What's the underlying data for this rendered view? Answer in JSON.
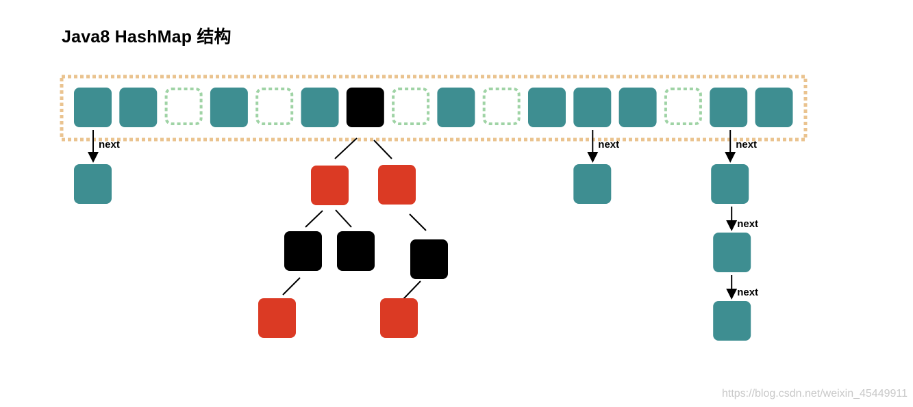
{
  "title": "Java8 HashMap 结构",
  "watermark": "https://blog.csdn.net/weixin_45449911",
  "colors": {
    "bucket": "#3e8e91",
    "empty_bucket_border": "#9fd3a5",
    "table_border": "#eac38f",
    "tree_black": "#000000",
    "tree_red": "#db3a24",
    "line": "#000000"
  },
  "table": {
    "buckets": [
      "filled",
      "filled",
      "empty",
      "filled",
      "empty",
      "filled",
      "tree-root",
      "empty",
      "filled",
      "empty",
      "filled",
      "filled",
      "filled",
      "empty",
      "filled",
      "filled"
    ]
  },
  "next_label": "next",
  "chains": [
    {
      "bucket_index": 0,
      "node_count": 1
    },
    {
      "bucket_index": 11,
      "node_count": 1
    },
    {
      "bucket_index": 14,
      "node_count": 3
    }
  ],
  "red_black_tree": {
    "root_bucket_index": 6,
    "nodes": [
      {
        "id": "n1",
        "color": "red",
        "parent": "root"
      },
      {
        "id": "n2",
        "color": "red",
        "parent": "root"
      },
      {
        "id": "n3",
        "color": "black",
        "parent": "n1"
      },
      {
        "id": "n4",
        "color": "black",
        "parent": "n1"
      },
      {
        "id": "n5",
        "color": "black",
        "parent": "n2"
      },
      {
        "id": "n6",
        "color": "red",
        "parent": "n3"
      },
      {
        "id": "n7",
        "color": "red",
        "parent": "n5"
      }
    ]
  }
}
